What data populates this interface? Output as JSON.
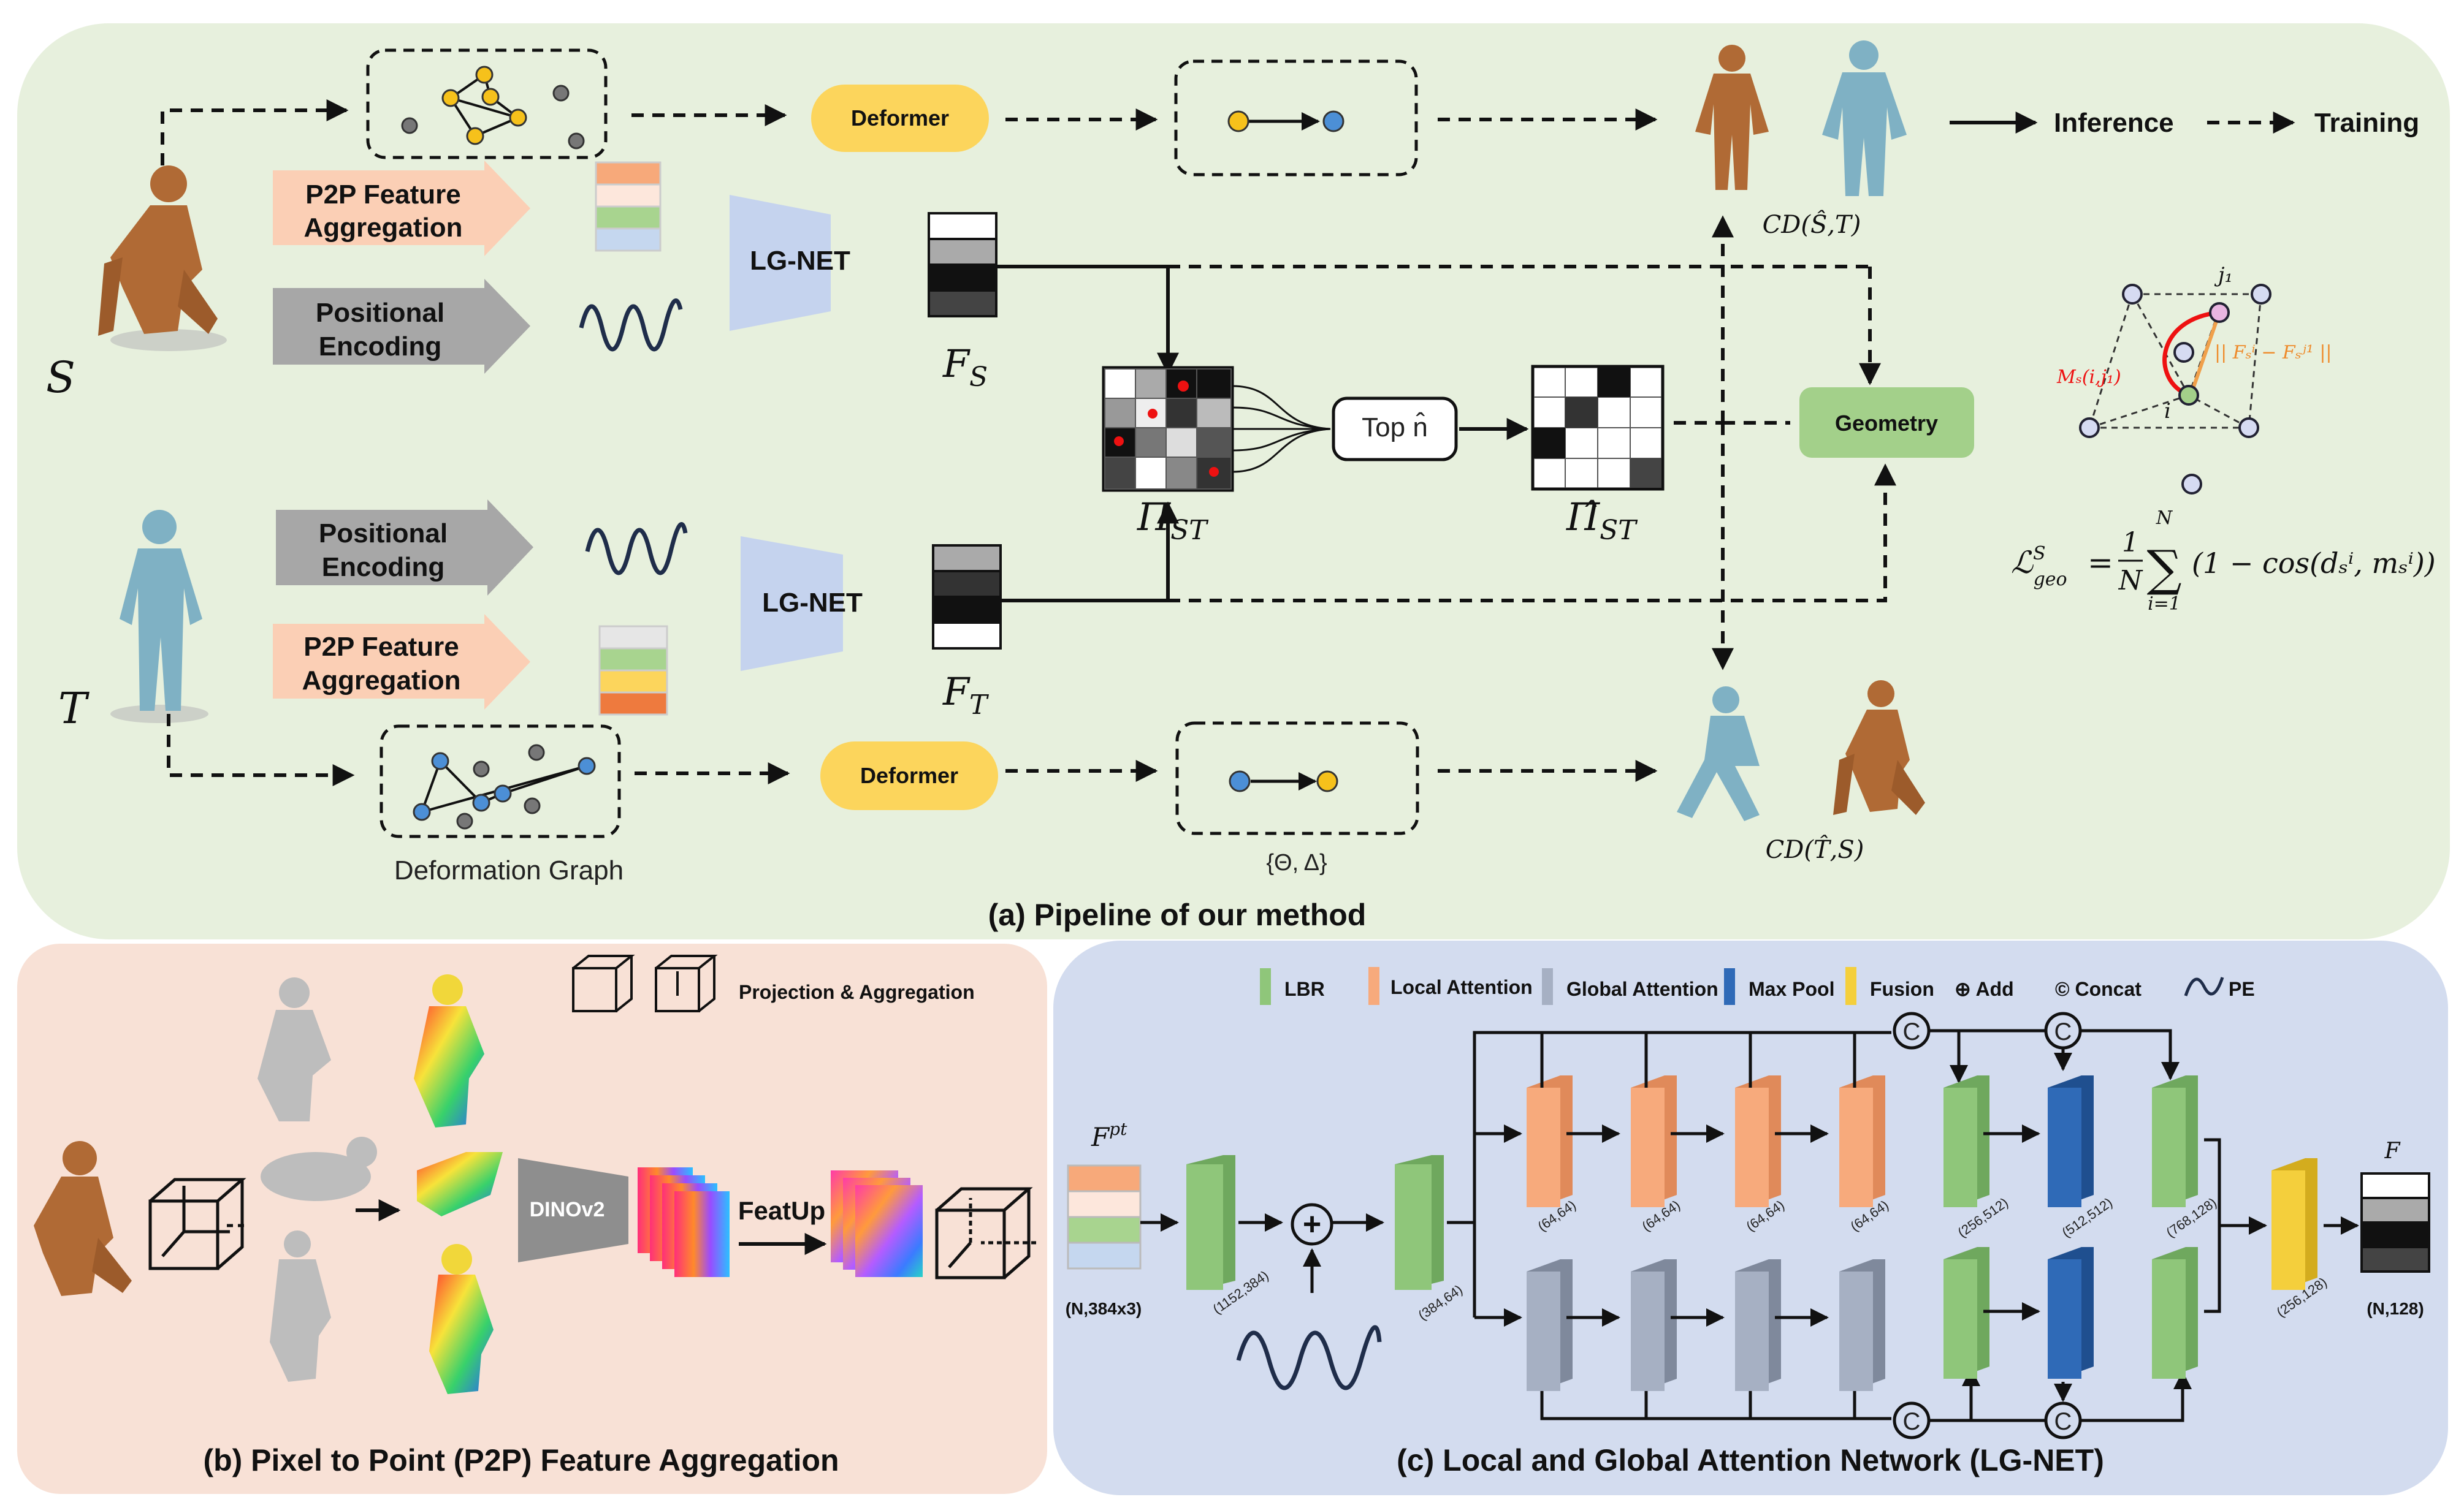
{
  "panel_a": {
    "caption": "(a) Pipeline of our method",
    "legend": {
      "inference": "Inference",
      "training": "Training"
    },
    "source_label": "S",
    "target_label": "T",
    "p2p_label_1": "P2P Feature",
    "p2p_label_2": "Aggregation",
    "pe_label_1": "Positional",
    "pe_label_2": "Encoding",
    "lgnet": "LG-NET",
    "deformer": "Deformer",
    "fs": "F",
    "fs_sub": "S",
    "ft": "F",
    "ft_sub": "T",
    "pi": "Π",
    "pi_sub": "ST",
    "pi_hat": "Π̂",
    "pi_hat_sub": "ST",
    "topn": "Top n̂",
    "geometry": "Geometry",
    "cd_top": "CD(Ŝ,T)",
    "cd_bottom": "CD(T̂,S)",
    "deformation_graph": "Deformation Graph",
    "theta_delta": "{Θ, Δ}",
    "geo_j1": "j₁",
    "geo_i": "i",
    "geo_ms": "Mₛ(i,j₁)",
    "geo_norm": "|| Fₛⁱ − Fₛʲ¹ ||",
    "loss_lhs": "ℒ",
    "loss_lhs_sup": "S",
    "loss_lhs_sub": "geo",
    "loss_frac_num": "1",
    "loss_frac_den": "N",
    "loss_sum_top": "N",
    "loss_sum_bottom": "i=1",
    "loss_body": "(1 − cos(dₛⁱ, mₛⁱ))"
  },
  "panel_b": {
    "caption": "(b) Pixel to Point (P2P) Feature Aggregation",
    "proj_label": "Projection & Aggregation",
    "dino": "DINOv2",
    "featup": "FeatUp"
  },
  "panel_c": {
    "caption": "(c) Local and Global Attention Network (LG-NET)",
    "legend": {
      "lbr": "LBR",
      "local": "Local Attention",
      "global": "Global Attention",
      "maxpool": "Max Pool",
      "fusion": "Fusion",
      "add": "⊕ Add",
      "concat": "© Concat",
      "pe": "PE"
    },
    "fpt": "F",
    "fpt_sup": "pt",
    "input_dim": "(N,384x3)",
    "output_label": "F",
    "output_dim": "(N,128)",
    "dims": {
      "lbr1": "(1152,384)",
      "lbr2": "(384,64)",
      "la1": "(64,64)",
      "la2": "(64,64)",
      "la3": "(64,64)",
      "la4": "(64,64)",
      "lbr3": "(256,512)",
      "mp": "(512,512)",
      "lbr4": "(768,128)",
      "fusion": "(256,128)"
    },
    "concat_symbol": "C",
    "add_symbol": "+"
  },
  "colors": {
    "panel_a_bg": "#e7f0dd",
    "panel_b_bg": "#f8e1d6",
    "panel_c_bg": "#d3dcef",
    "deformer": "#fcd55c",
    "geometry": "#a3d08a",
    "lgnet": "#c5d3ee",
    "p2p_arrow": "#fbcfb5",
    "pe_arrow": "#a7a7a7",
    "lbr": "#8fc67a",
    "local_attention": "#f7aa7c",
    "global_attention": "#a6b0c3",
    "max_pool": "#2f6ab7",
    "fusion": "#f4cf3c",
    "source_mesh": "#b06a35",
    "target_mesh": "#7fb1c4"
  }
}
